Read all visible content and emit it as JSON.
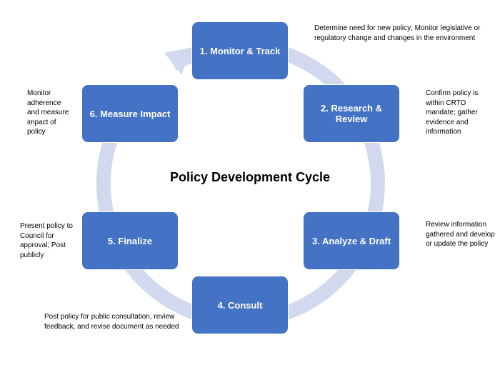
{
  "title": "Policy Development Cycle",
  "colors": {
    "box_fill": "#4472c4",
    "box_text": "#ffffff",
    "cycle_arrow": "#d2d9ee"
  },
  "steps": [
    {
      "label": "1. Monitor & Track",
      "note": "Determine need for new policy; Monitor legislative or regulatory change and changes in the environment"
    },
    {
      "label": "2. Research & Review",
      "note": "Confirm policy is within CRTO mandate; gather evidence and information"
    },
    {
      "label": "3. Analyze & Draft",
      "note": "Review information gathered and develop or update the policy"
    },
    {
      "label": "4. Consult",
      "note": "Post policy for public consultation, review feedback, and revise document as needed"
    },
    {
      "label": "5. Finalize",
      "note": "Present policy to Council for approval; Post publicly"
    },
    {
      "label": "6. Measure Impact",
      "note": "Monitor adherence and measure impact of policy"
    }
  ]
}
